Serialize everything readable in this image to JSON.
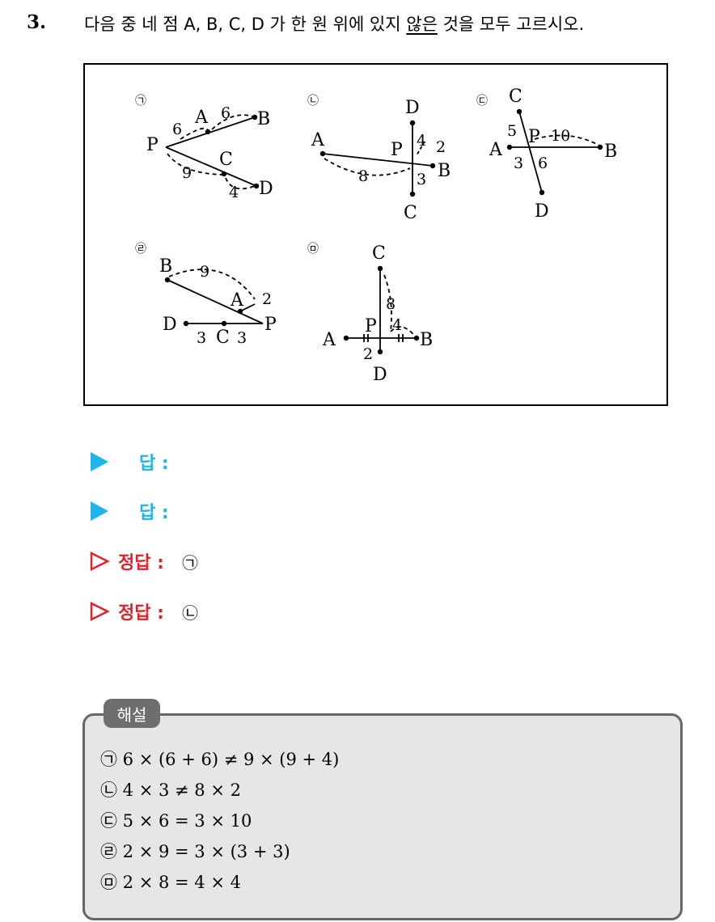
{
  "question": {
    "number": "3.",
    "text_before": "다음 중 네 점 A, B, C, D 가 한 원 위에 있지 ",
    "text_underlined": "않은",
    "text_after": " 것을 모두 고르시오."
  },
  "figures": [
    {
      "marker": "㉠",
      "labels": {
        "P": "P",
        "A": "A",
        "B": "B",
        "C": "C",
        "D": "D"
      },
      "lengths": [
        "6",
        "6",
        "9",
        "4"
      ]
    },
    {
      "marker": "㉡",
      "labels": {
        "P": "P",
        "A": "A",
        "B": "B",
        "C": "C",
        "D": "D"
      },
      "lengths": [
        "4",
        "2",
        "8",
        "3"
      ]
    },
    {
      "marker": "㉢",
      "labels": {
        "P": "P",
        "A": "A",
        "B": "B",
        "C": "C",
        "D": "D"
      },
      "lengths": [
        "5",
        "10",
        "3",
        "6"
      ]
    },
    {
      "marker": "㉣",
      "labels": {
        "P": "P",
        "A": "A",
        "B": "B",
        "C": "C",
        "D": "D"
      },
      "lengths": [
        "9",
        "2",
        "3",
        "3"
      ]
    },
    {
      "marker": "㉤",
      "labels": {
        "P": "P",
        "A": "A",
        "B": "B",
        "C": "C",
        "D": "D"
      },
      "lengths": [
        "8",
        "4",
        "2"
      ]
    }
  ],
  "answers": [
    {
      "label": "답 :",
      "value": ""
    },
    {
      "label": "답 :",
      "value": ""
    }
  ],
  "correct_answers": [
    {
      "label": "정답 :",
      "value": "㉠"
    },
    {
      "label": "정답 :",
      "value": "㉡"
    }
  ],
  "solution": {
    "title": "해설",
    "lines": [
      "㉠ 6 × (6 + 6) ≠ 9 × (9 + 4)",
      "㉡ 4 × 3 ≠ 8 × 2",
      "㉢ 5 × 6 = 3 × 10",
      "㉣ 2 × 9 = 3 × (3 + 3)",
      "㉤ 2 × 8 = 4 × 4"
    ]
  },
  "colors": {
    "answer_marker": "#1fb5e8",
    "correct_marker": "#e4202a",
    "solution_bg": "#e6e6e6",
    "solution_tab": "#6e6e6e"
  }
}
